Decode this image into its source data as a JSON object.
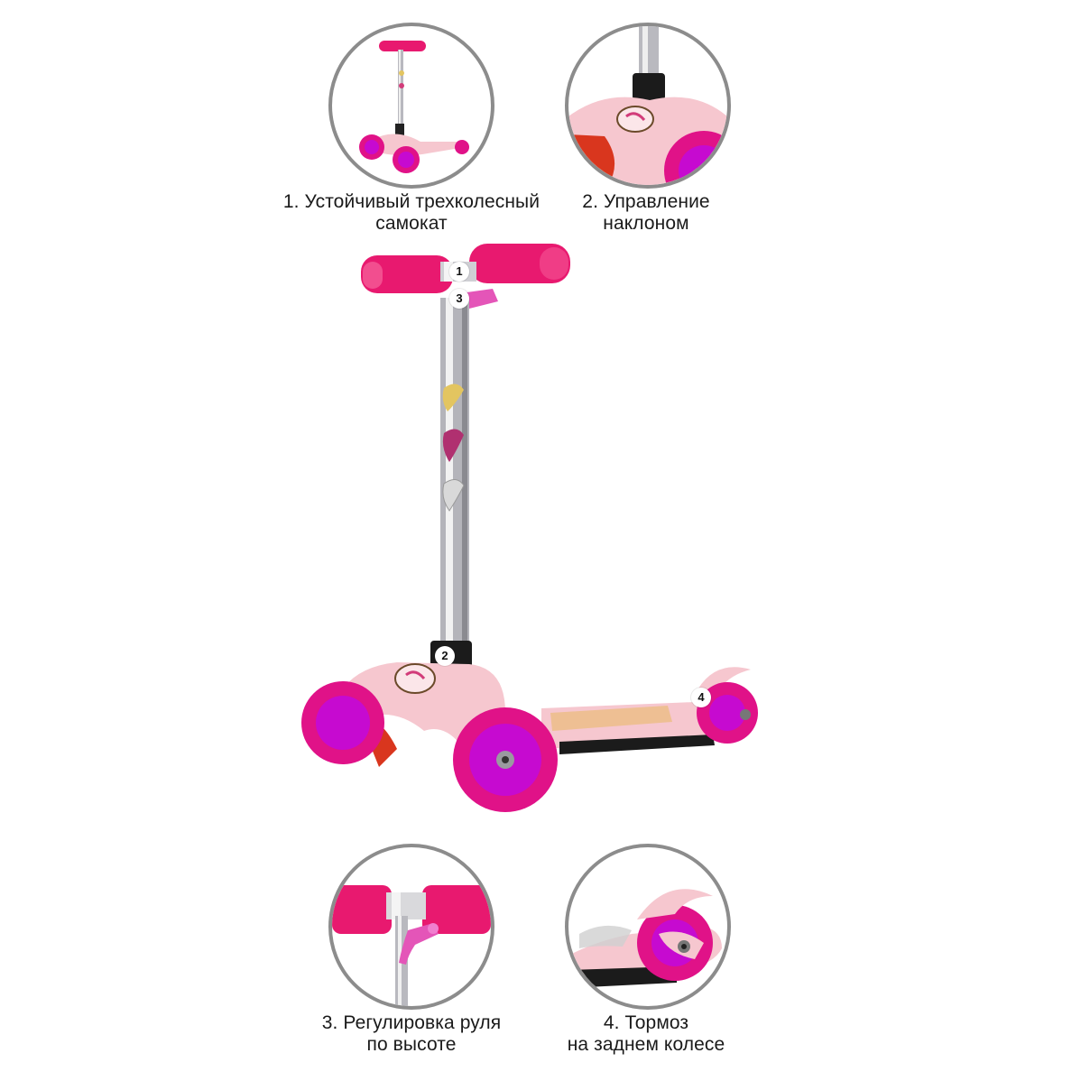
{
  "features": [
    {
      "number": "1",
      "line1": "1. Устойчивый трехколесный",
      "line2": "самокат"
    },
    {
      "number": "2",
      "line1": "2. Управление",
      "line2": "наклоном"
    },
    {
      "number": "3",
      "line1": "3. Регулировка руля",
      "line2": "по высоте"
    },
    {
      "number": "4",
      "line1": "4. Тормоз",
      "line2": "на заднем колесе"
    }
  ],
  "colors": {
    "accent_pink": "#e8196f",
    "wheel_magenta": "#e01288",
    "wheel_hub": "#c60ad0",
    "body_pink": "#f6c7cf",
    "circle_border": "#8c8c8c",
    "chrome": "#b9b9bf"
  },
  "icons": {
    "detail_1": "three-wheel-scooter-thumbnail",
    "detail_2": "steering-column-closeup",
    "detail_3": "height-adjust-clamp-closeup",
    "detail_4": "rear-brake-closeup"
  }
}
